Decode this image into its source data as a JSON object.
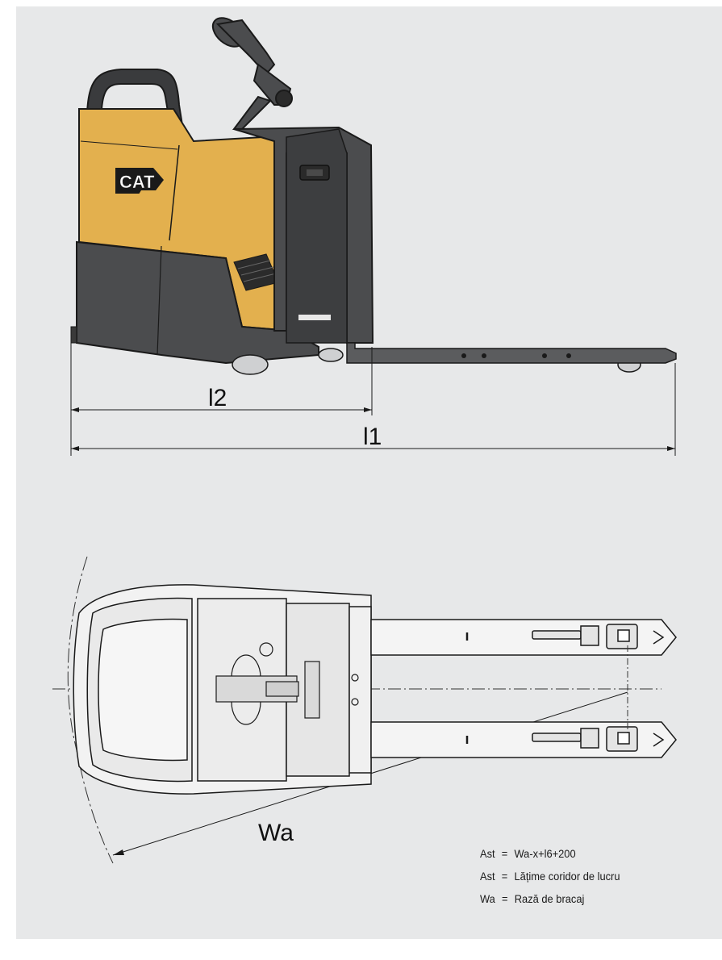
{
  "side_view": {
    "brand_logo": "CAT",
    "dimensions": {
      "l2": "l2",
      "l1": "l1"
    }
  },
  "top_view": {
    "dimensions": {
      "wa": "Wa"
    }
  },
  "legend": {
    "rows": [
      {
        "symbol": "Ast",
        "equals": "=",
        "text": "Wa-x+l6+200"
      },
      {
        "symbol": "Ast",
        "equals": "=",
        "text": "Lățime coridor de lucru"
      },
      {
        "symbol": "Wa",
        "equals": "=",
        "text": "Rază de bracaj"
      }
    ]
  },
  "colors": {
    "background": "#e7e8e9",
    "body_yellow": "#e3b04e",
    "body_dark": "#4b4c4e",
    "outline": "#1a1a1a"
  }
}
